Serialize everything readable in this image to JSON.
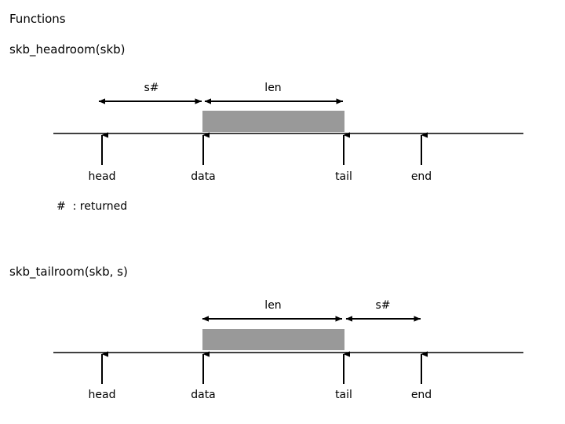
{
  "page": {
    "title": "Functions",
    "background_color": "#ffffff",
    "foreground_color": "#000000",
    "buffer_fill_color": "#999999"
  },
  "sections": [
    {
      "id": "skb-headroom",
      "heading": "skb_headroom(skb)",
      "span_labels": [
        {
          "name": "s#",
          "text": "s#"
        },
        {
          "name": "len",
          "text": "len"
        }
      ],
      "pointer_labels": [
        {
          "name": "head",
          "text": "head"
        },
        {
          "name": "data",
          "text": "data"
        },
        {
          "name": "tail",
          "text": "tail"
        },
        {
          "name": "end",
          "text": "end"
        }
      ],
      "note": "#  : returned"
    },
    {
      "id": "skb-tailroom",
      "heading": "skb_tailroom(skb, s)",
      "span_labels": [
        {
          "name": "len",
          "text": "len"
        },
        {
          "name": "s#",
          "text": "s#"
        }
      ],
      "pointer_labels": [
        {
          "name": "head",
          "text": "head"
        },
        {
          "name": "data",
          "text": "data"
        },
        {
          "name": "tail",
          "text": "tail"
        },
        {
          "name": "end",
          "text": "end"
        }
      ]
    }
  ]
}
